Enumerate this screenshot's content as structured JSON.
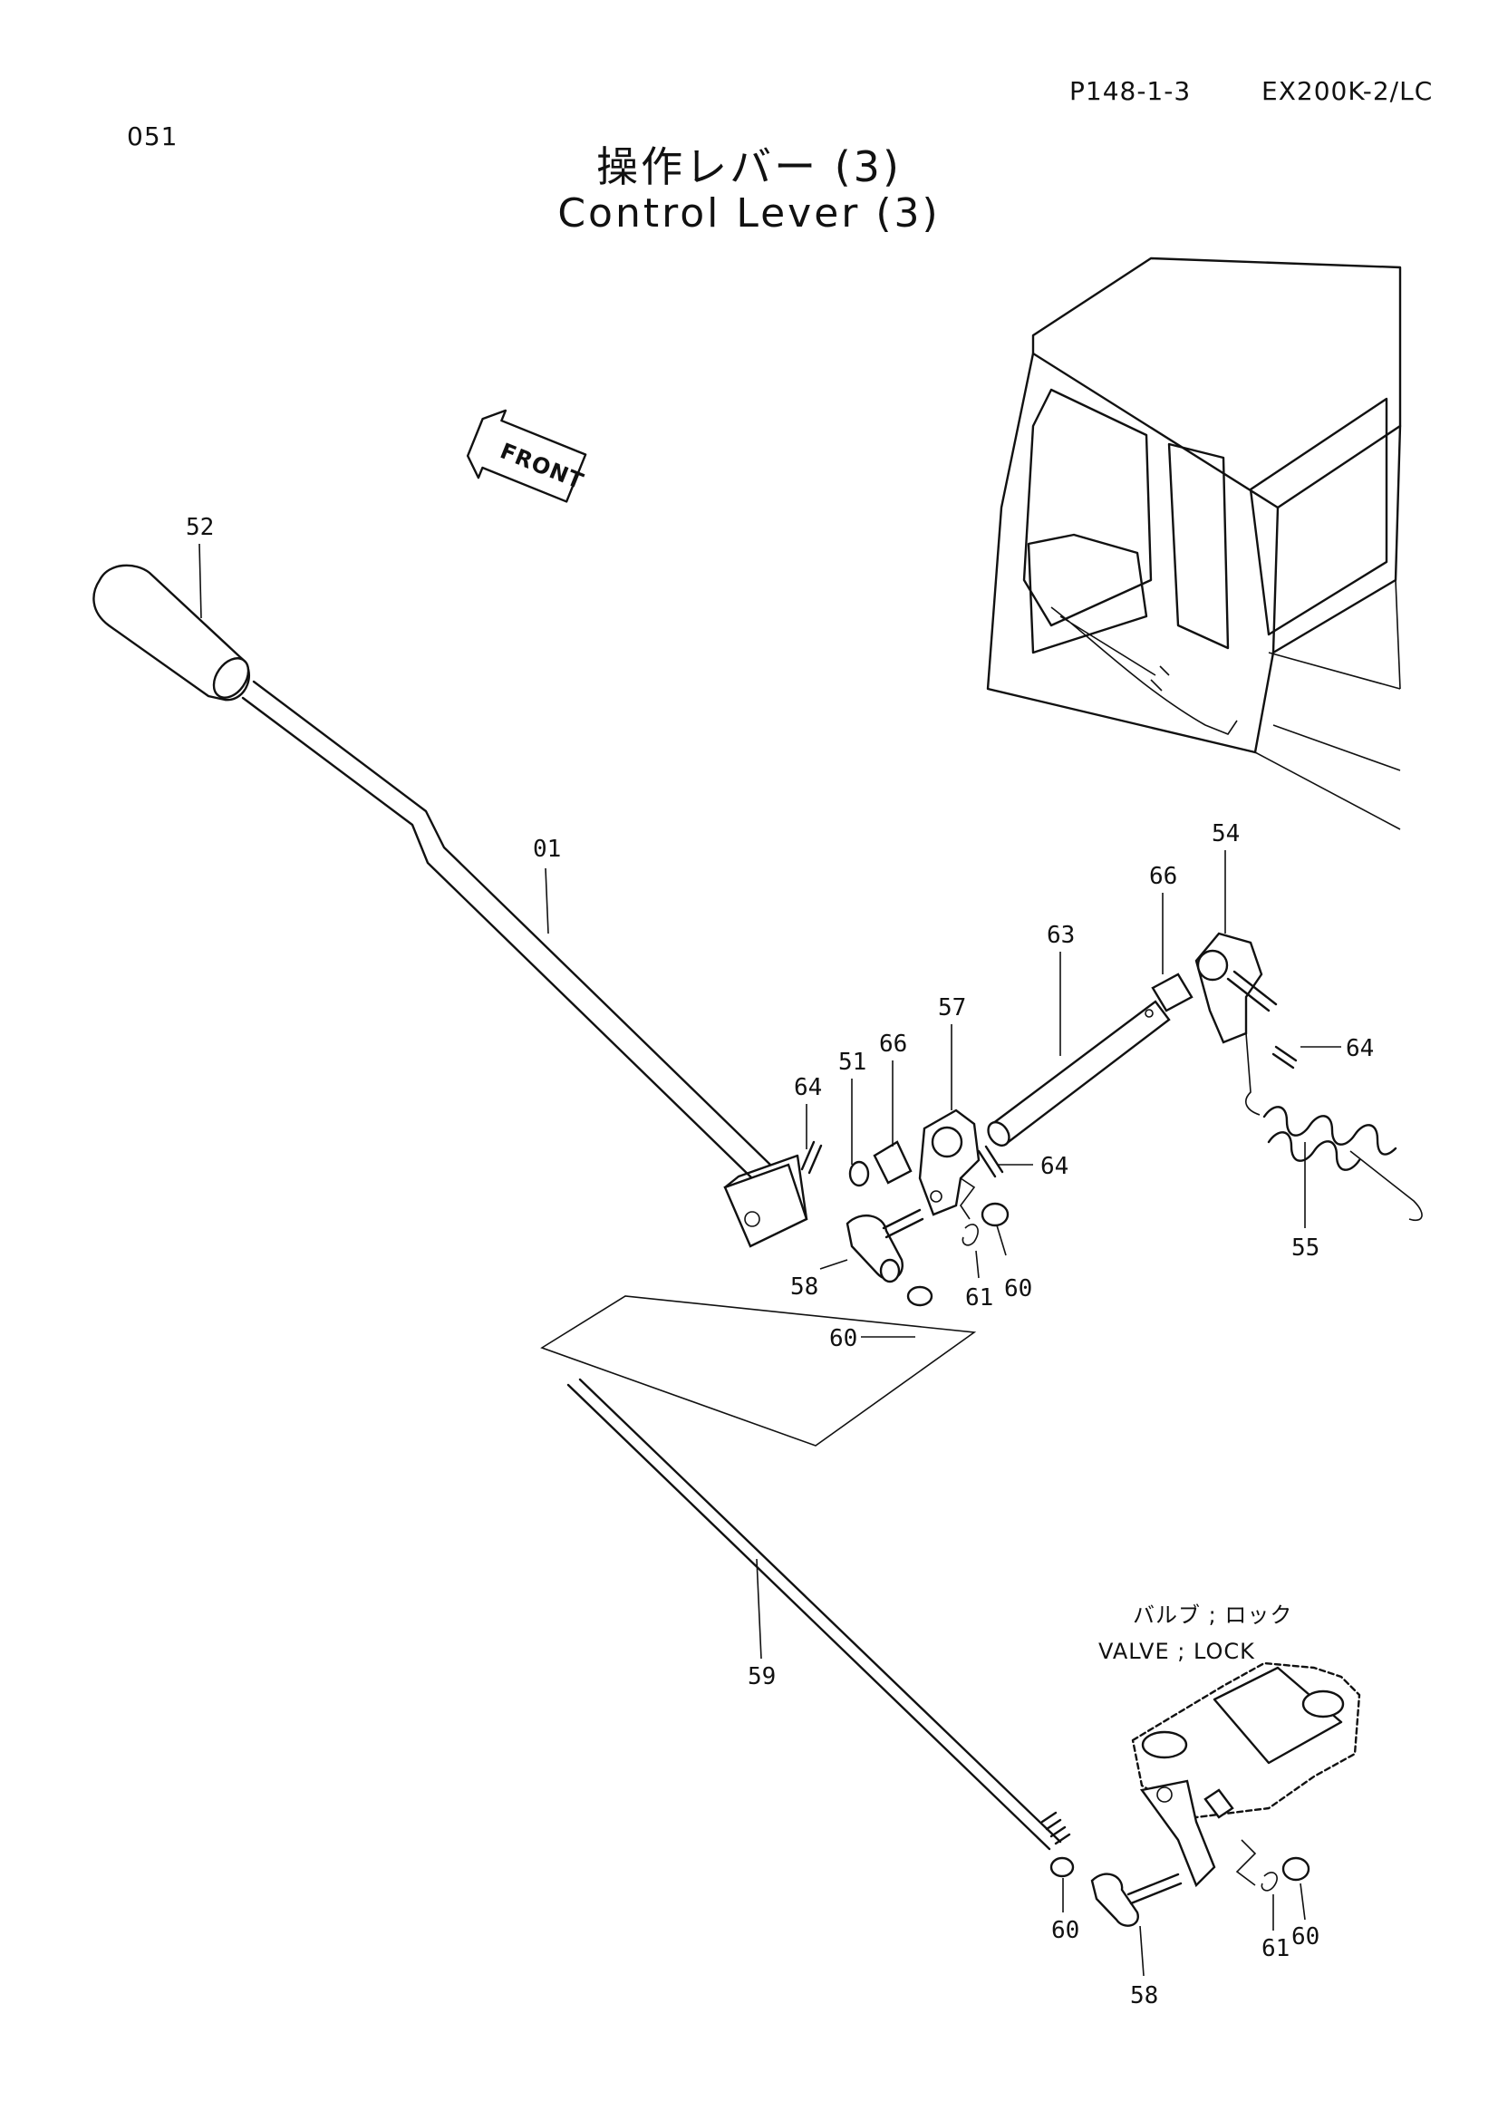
{
  "header": {
    "page_code": "P148-1-3",
    "model": "EX200K-2/LC",
    "sheet_number": "051"
  },
  "title": {
    "japanese": "操作レバー (3)",
    "english": "Control Lever (3)"
  },
  "front_arrow_label": "FRONT",
  "valve_note": {
    "japanese": "バルブ ; ロック",
    "english": "VALVE ; LOCK"
  },
  "callouts": {
    "c52": "52",
    "c01": "01",
    "c54": "54",
    "c66a": "66",
    "c63": "63",
    "c57": "57",
    "c66b": "66",
    "c51": "51",
    "c64a": "64",
    "c64b": "64",
    "c64c": "64",
    "c55": "55",
    "c58a": "58",
    "c61a": "61",
    "c60a": "60",
    "c60b": "60",
    "c59": "59",
    "c60c": "60",
    "c58b": "58",
    "c61b": "61",
    "c60d": "60"
  }
}
